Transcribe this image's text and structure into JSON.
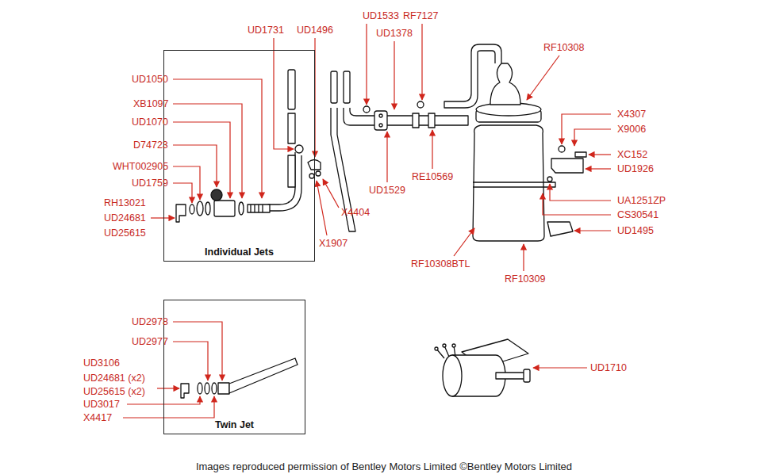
{
  "diagram": {
    "caption": "Images reproduced permission of Bentley Motors Limited ©Bentley Motors Limited",
    "nodes": [
      {
        "text": [
          "Individual Jets"
        ]
      },
      {
        "text": [
          "Twin Jet"
        ]
      }
    ],
    "labels": [
      "UD1731",
      "UD1496",
      "UD1533",
      "RF7127",
      "UD1378",
      "RF10308",
      "UD1050",
      "XB1097",
      "UD1070",
      "D74723",
      "WHT002905",
      "UD1759",
      "RH13021",
      "UD24681",
      "UD25615",
      "X4307",
      "X9006",
      "XC152",
      "UD1926",
      "RE10569",
      "UD1529",
      "X4404",
      "UA1251ZP",
      "CS30541",
      "UD1495",
      "X1907",
      "RF10308BTL",
      "RF10309",
      "UD2978",
      "UD2977",
      "UD3106",
      "UD24681 (x2)",
      "UD25615 (x2)",
      "UD3017",
      "X4417",
      "UD1710"
    ]
  }
}
